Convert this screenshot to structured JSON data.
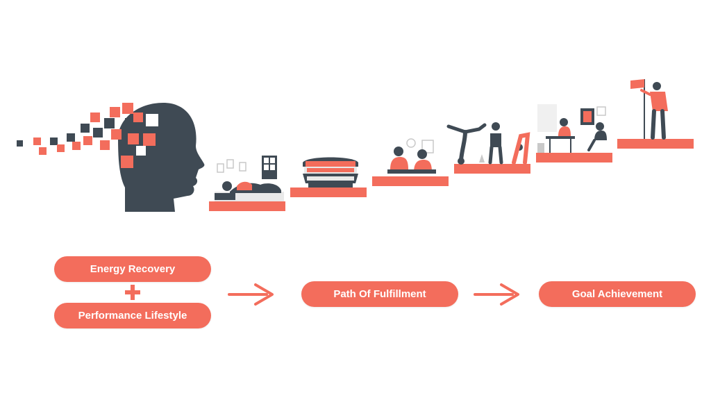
{
  "colors": {
    "accent": "#f36d5c",
    "dark": "#3f4a54",
    "light_gray": "#e9e9e9"
  },
  "labels": {
    "energy_recovery": "Energy Recovery",
    "performance_lifestyle": "Performance Lifestyle",
    "path_of_fulfillment": "Path Of Fulfillment",
    "goal_achievement": "Goal Achievement"
  },
  "icons": {
    "head": "pixel-head-icon",
    "plus": "plus-icon",
    "arrow": "arrow-right-icon"
  },
  "stairs": [
    {
      "scene": "sleeping-person-scene"
    },
    {
      "scene": "tanning-bed-scene"
    },
    {
      "scene": "people-eating-scene"
    },
    {
      "scene": "yoga-exercise-scene"
    },
    {
      "scene": "office-work-scene"
    },
    {
      "scene": "flag-goal-scene"
    }
  ]
}
